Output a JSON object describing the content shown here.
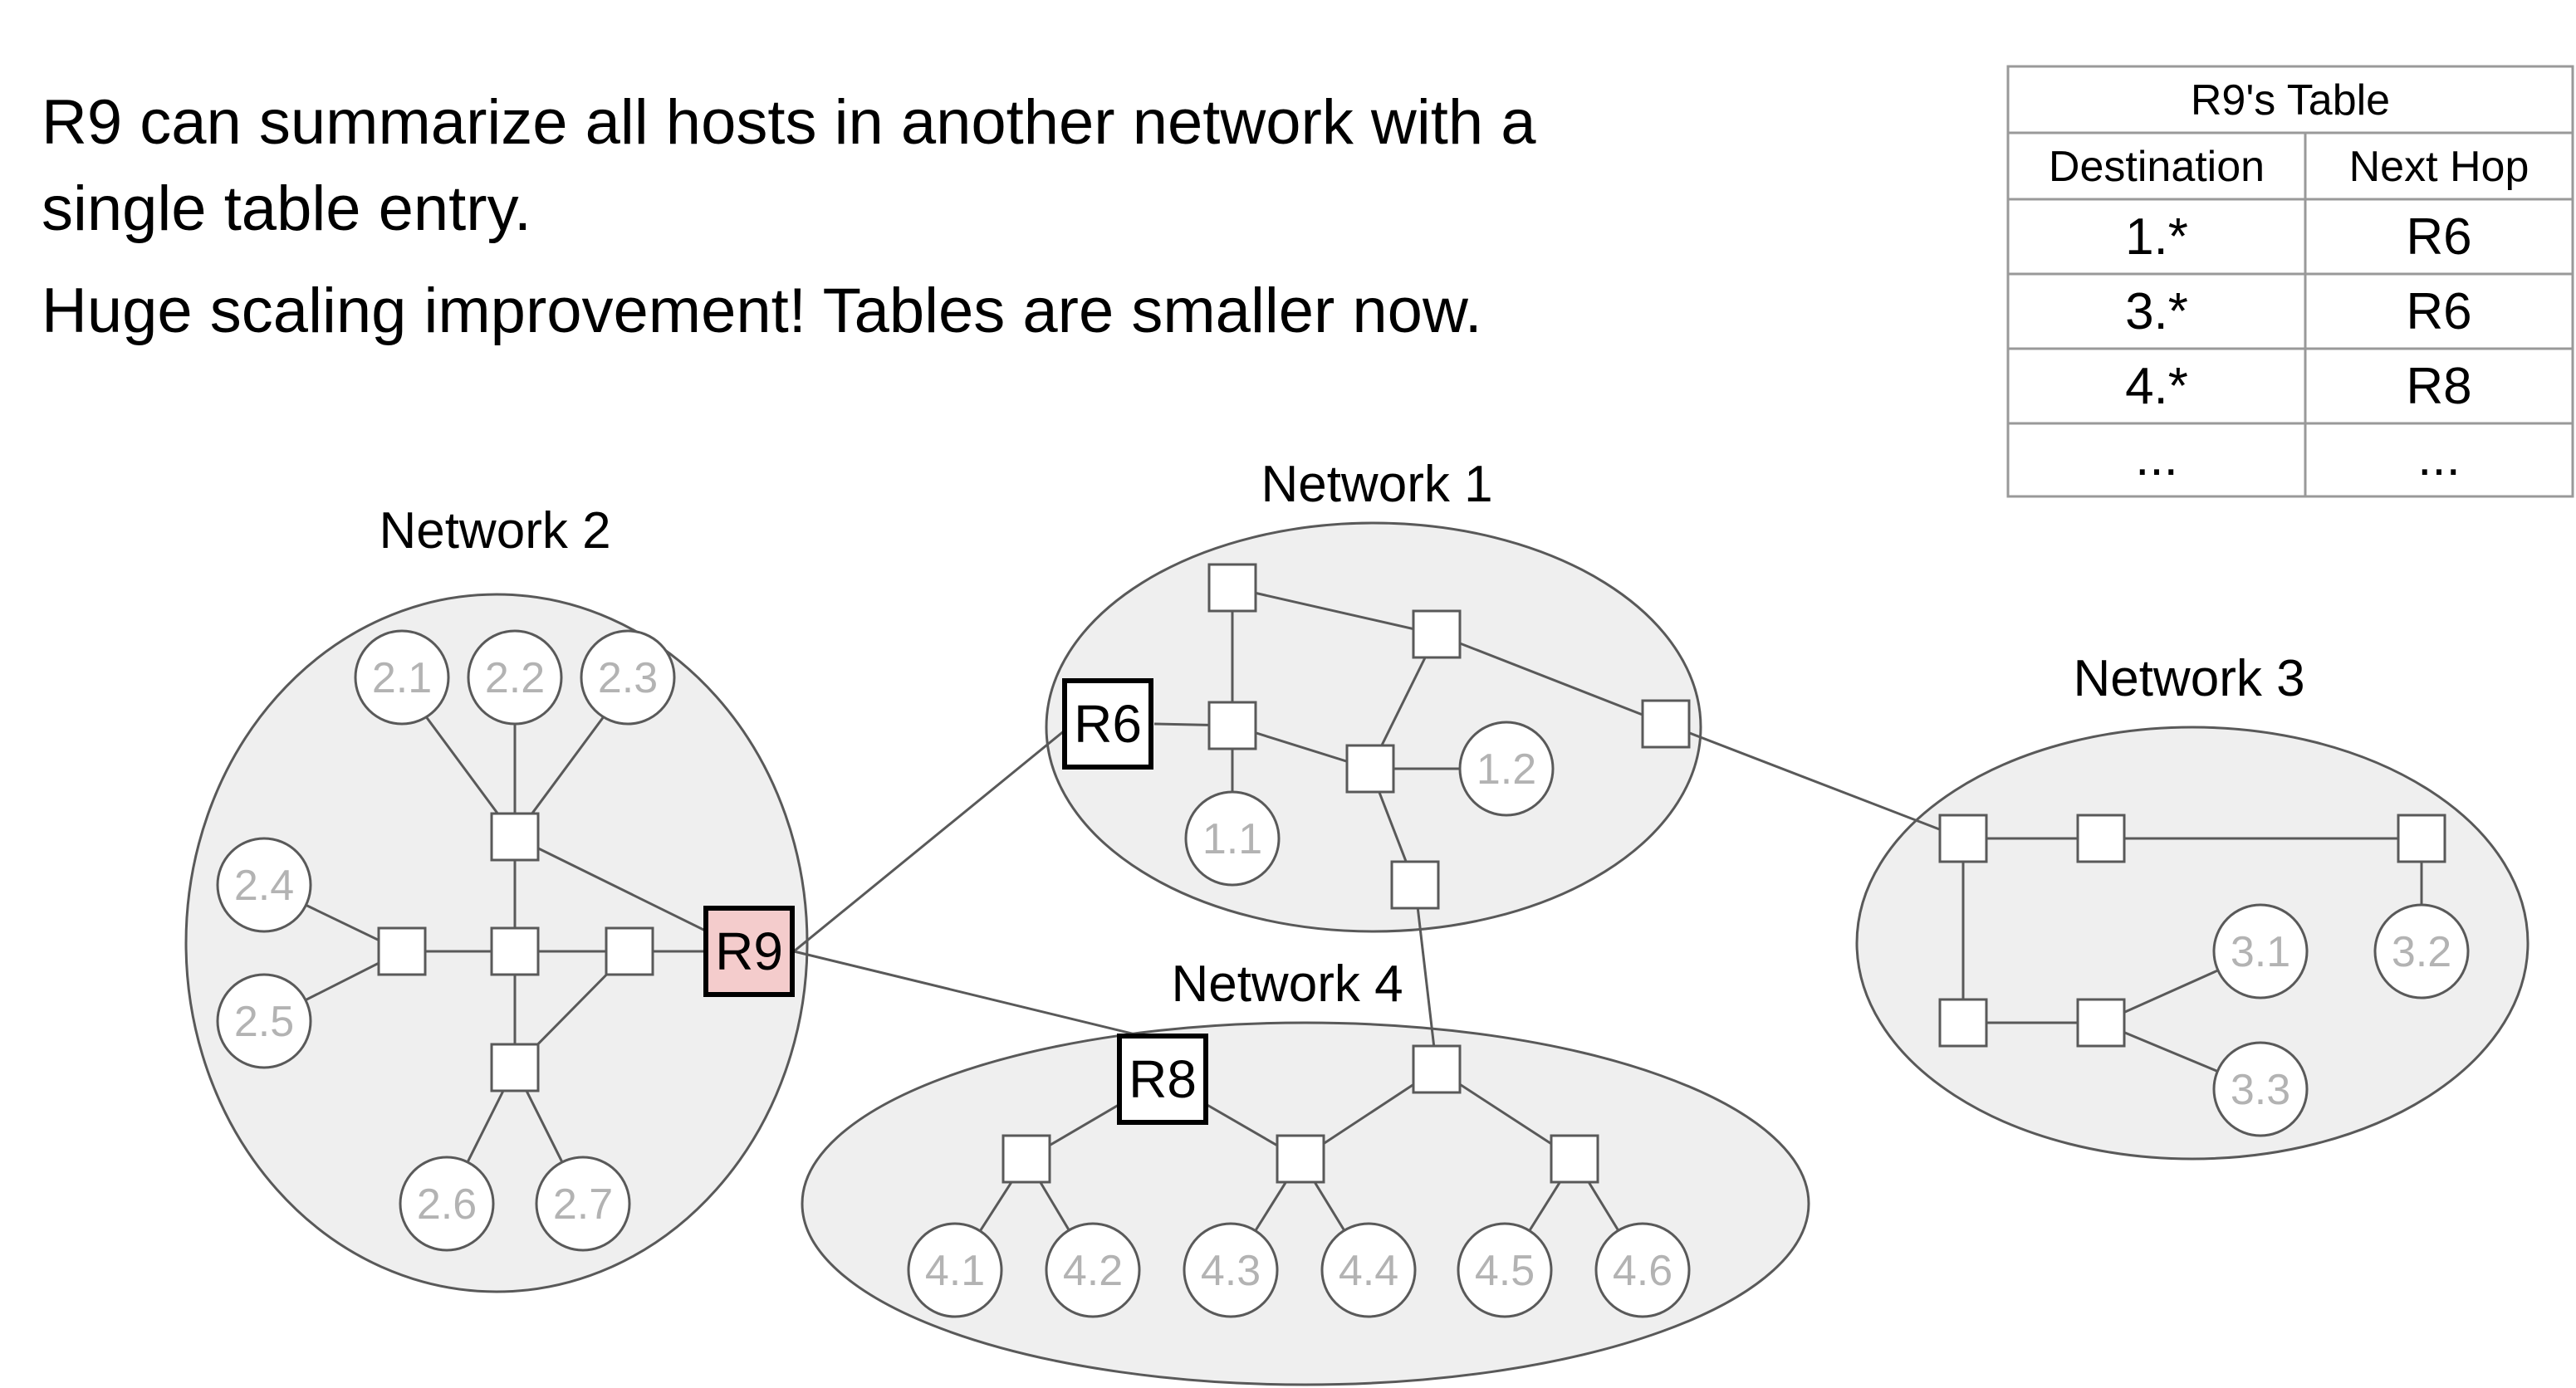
{
  "text": {
    "line1": "R9 can summarize all hosts in another network with a",
    "line2": "single table entry.",
    "line3": "Huge scaling improvement! Tables are smaller now."
  },
  "table": {
    "title": "R9's Table",
    "headers": [
      "Destination",
      "Next Hop"
    ],
    "rows": [
      [
        "1.*",
        "R6"
      ],
      [
        "3.*",
        "R6"
      ],
      [
        "4.*",
        "R8"
      ],
      [
        "...",
        "..."
      ]
    ]
  },
  "networks": {
    "n1": "Network 1",
    "n2": "Network 2",
    "n3": "Network 3",
    "n4": "Network 4"
  },
  "routers": {
    "r6": "R6",
    "r8": "R8",
    "r9": "R9"
  },
  "hosts": {
    "h11": "1.1",
    "h12": "1.2",
    "h21": "2.1",
    "h22": "2.2",
    "h23": "2.3",
    "h24": "2.4",
    "h25": "2.5",
    "h26": "2.6",
    "h27": "2.7",
    "h31": "3.1",
    "h32": "3.2",
    "h33": "3.3",
    "h41": "4.1",
    "h42": "4.2",
    "h43": "4.3",
    "h44": "4.4",
    "h45": "4.5",
    "h46": "4.6"
  },
  "colors": {
    "network_fill": "#efefef",
    "r9_highlight": "#f4cccc",
    "host_text": "#b3b3b3"
  }
}
